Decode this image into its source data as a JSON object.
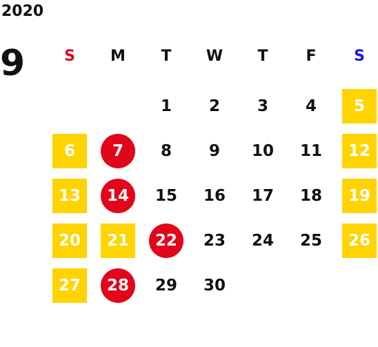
{
  "year": "2020",
  "month": "9",
  "colors": {
    "weekend_bg": "#ffd400",
    "holiday_bg": "#e2061b",
    "sunday_header": "#e2061b",
    "saturday_header": "#1a1adf",
    "text": "#111111"
  },
  "weekday_headers": [
    {
      "label": "S",
      "color": "#e2061b"
    },
    {
      "label": "M",
      "color": "#111111"
    },
    {
      "label": "T",
      "color": "#111111"
    },
    {
      "label": "W",
      "color": "#111111"
    },
    {
      "label": "T",
      "color": "#111111"
    },
    {
      "label": "F",
      "color": "#111111"
    },
    {
      "label": "S",
      "color": "#1a1adf"
    }
  ],
  "weeks": [
    [
      {
        "day": "",
        "style": "empty"
      },
      {
        "day": "",
        "style": "empty"
      },
      {
        "day": "1",
        "style": "normal"
      },
      {
        "day": "2",
        "style": "normal"
      },
      {
        "day": "3",
        "style": "normal"
      },
      {
        "day": "4",
        "style": "normal"
      },
      {
        "day": "5",
        "style": "weekend"
      }
    ],
    [
      {
        "day": "6",
        "style": "weekend"
      },
      {
        "day": "7",
        "style": "holiday"
      },
      {
        "day": "8",
        "style": "normal"
      },
      {
        "day": "9",
        "style": "normal"
      },
      {
        "day": "10",
        "style": "normal"
      },
      {
        "day": "11",
        "style": "normal"
      },
      {
        "day": "12",
        "style": "weekend"
      }
    ],
    [
      {
        "day": "13",
        "style": "weekend"
      },
      {
        "day": "14",
        "style": "holiday"
      },
      {
        "day": "15",
        "style": "normal"
      },
      {
        "day": "16",
        "style": "normal"
      },
      {
        "day": "17",
        "style": "normal"
      },
      {
        "day": "18",
        "style": "normal"
      },
      {
        "day": "19",
        "style": "weekend"
      }
    ],
    [
      {
        "day": "20",
        "style": "weekend"
      },
      {
        "day": "21",
        "style": "weekend"
      },
      {
        "day": "22",
        "style": "holiday"
      },
      {
        "day": "23",
        "style": "normal"
      },
      {
        "day": "24",
        "style": "normal"
      },
      {
        "day": "25",
        "style": "normal"
      },
      {
        "day": "26",
        "style": "weekend"
      }
    ],
    [
      {
        "day": "27",
        "style": "weekend"
      },
      {
        "day": "28",
        "style": "holiday"
      },
      {
        "day": "29",
        "style": "normal"
      },
      {
        "day": "30",
        "style": "normal"
      },
      {
        "day": "",
        "style": "empty"
      },
      {
        "day": "",
        "style": "empty"
      },
      {
        "day": "",
        "style": "empty"
      }
    ]
  ]
}
